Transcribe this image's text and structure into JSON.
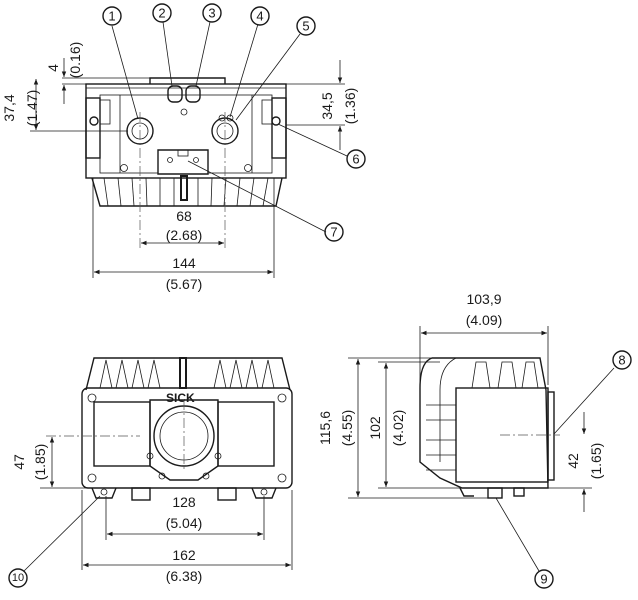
{
  "callouts": {
    "c1": "1",
    "c2": "2",
    "c3": "3",
    "c4": "4",
    "c5": "5",
    "c6": "6",
    "c7": "7",
    "c8": "8",
    "c9": "9",
    "c10": "10"
  },
  "dimensions": {
    "top_4": "4",
    "top_4_in": "(0.16)",
    "top_37_4": "37,4",
    "top_37_4_in": "(1.47)",
    "top_34_5": "34,5",
    "top_34_5_in": "(1.36)",
    "top_68": "68",
    "top_68_in": "(2.68)",
    "top_144": "144",
    "top_144_in": "(5.67)",
    "front_47": "47",
    "front_47_in": "(1.85)",
    "front_128": "128",
    "front_128_in": "(5.04)",
    "front_162": "162",
    "front_162_in": "(6.38)",
    "side_103_9": "103,9",
    "side_103_9_in": "(4.09)",
    "side_115_6": "115,6",
    "side_115_6_in": "(4.55)",
    "side_102": "102",
    "side_102_in": "(4.02)",
    "side_42": "42",
    "side_42_in": "(1.65)"
  },
  "logo_text": "SICK"
}
